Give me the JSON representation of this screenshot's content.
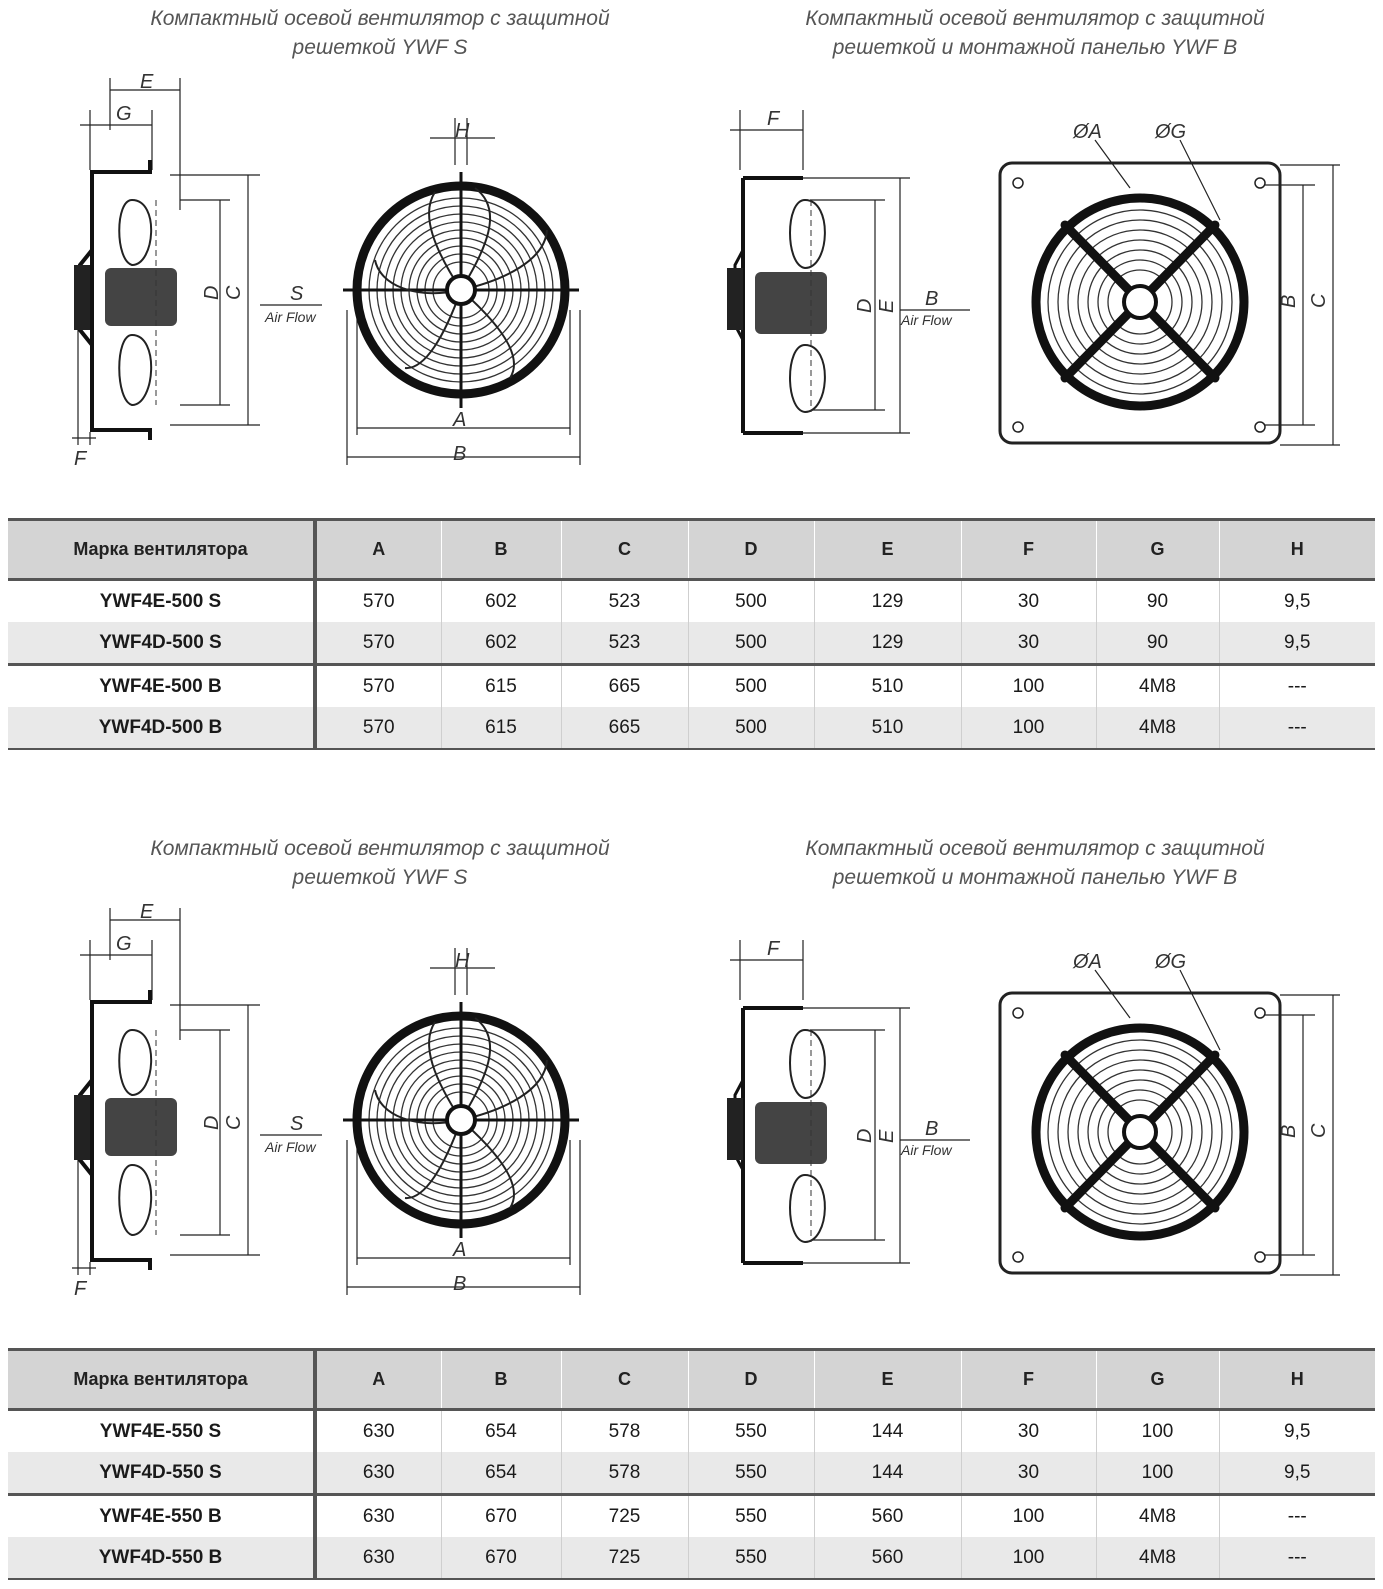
{
  "blocks": [
    {
      "caption_s": [
        "Компактный осевой вентилятор с защитной",
        "решеткой YWF S"
      ],
      "caption_b": [
        "Компактный осевой вентилятор с защитной",
        "решеткой и монтажной панелью YWF B"
      ],
      "labels": {
        "e": "E",
        "g": "G",
        "f": "F",
        "d": "D",
        "c": "C",
        "s": "S",
        "airflow": "Air Flow",
        "h": "H",
        "a": "A",
        "b": "B",
        "dia_a": "ØA",
        "dia_g": "ØG"
      },
      "table": {
        "headers": [
          "Марка вентилятора",
          "A",
          "B",
          "C",
          "D",
          "E",
          "F",
          "G",
          "H"
        ],
        "rows": [
          [
            "YWF4E-500 S",
            "570",
            "602",
            "523",
            "500",
            "129",
            "30",
            "90",
            "9,5"
          ],
          [
            "YWF4D-500 S",
            "570",
            "602",
            "523",
            "500",
            "129",
            "30",
            "90",
            "9,5"
          ],
          [
            "YWF4E-500 B",
            "570",
            "615",
            "665",
            "500",
            "510",
            "100",
            "4M8",
            "---"
          ],
          [
            "YWF4D-500 B",
            "570",
            "615",
            "665",
            "500",
            "510",
            "100",
            "4M8",
            "---"
          ]
        ]
      }
    },
    {
      "caption_s": [
        "Компактный осевой вентилятор с защитной",
        "решеткой YWF S"
      ],
      "caption_b": [
        "Компактный осевой вентилятор с защитной",
        "решеткой и монтажной панелью YWF B"
      ],
      "labels": {
        "e": "E",
        "g": "G",
        "f": "F",
        "d": "D",
        "c": "C",
        "s": "S",
        "airflow": "Air Flow",
        "h": "H",
        "a": "A",
        "b": "B",
        "dia_a": "ØA",
        "dia_g": "ØG"
      },
      "table": {
        "headers": [
          "Марка вентилятора",
          "A",
          "B",
          "C",
          "D",
          "E",
          "F",
          "G",
          "H"
        ],
        "rows": [
          [
            "YWF4E-550 S",
            "630",
            "654",
            "578",
            "550",
            "144",
            "30",
            "100",
            "9,5"
          ],
          [
            "YWF4D-550 S",
            "630",
            "654",
            "578",
            "550",
            "144",
            "30",
            "100",
            "9,5"
          ],
          [
            "YWF4E-550 B",
            "630",
            "670",
            "725",
            "550",
            "560",
            "100",
            "4M8",
            "---"
          ],
          [
            "YWF4D-550 B",
            "630",
            "670",
            "725",
            "550",
            "560",
            "100",
            "4M8",
            "---"
          ]
        ]
      }
    }
  ]
}
